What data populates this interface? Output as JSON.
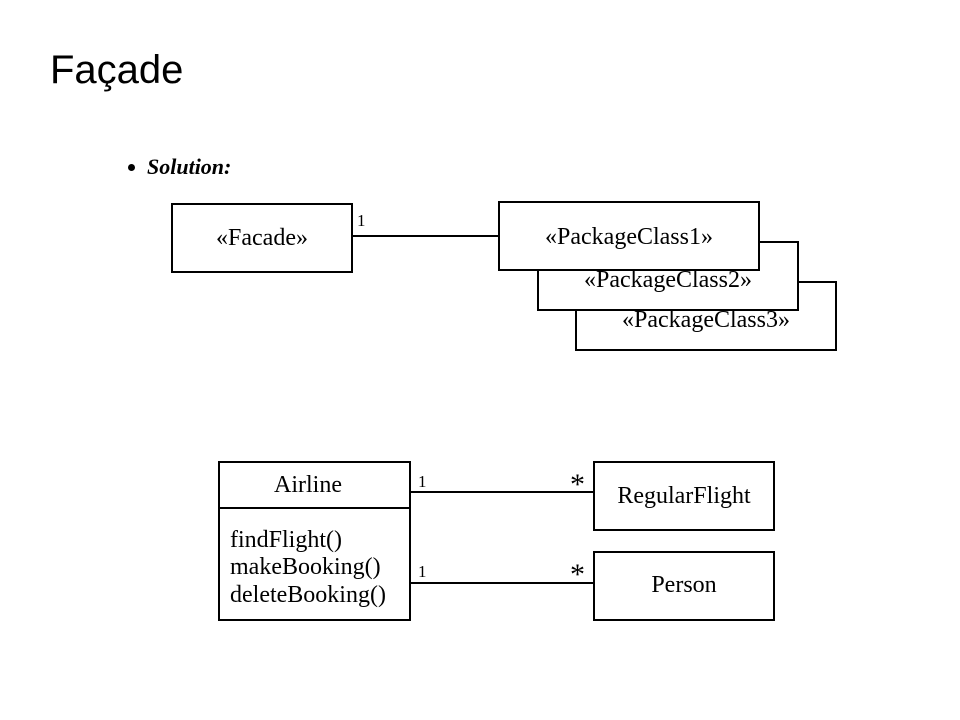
{
  "slide": {
    "title": "Façade",
    "bullet": "Solution:"
  },
  "diagram_top": {
    "facade": "«Facade»",
    "multiplicity": "1",
    "package_classes": [
      "«PackageClass1»",
      "«PackageClass2»",
      "«PackageClass3»"
    ]
  },
  "diagram_bottom": {
    "airline": {
      "name": "Airline",
      "methods": [
        "findFlight()",
        "makeBooking()",
        "deleteBooking()"
      ]
    },
    "regular_flight": "RegularFlight",
    "person": "Person",
    "mult_one": "1",
    "mult_many": "*"
  }
}
